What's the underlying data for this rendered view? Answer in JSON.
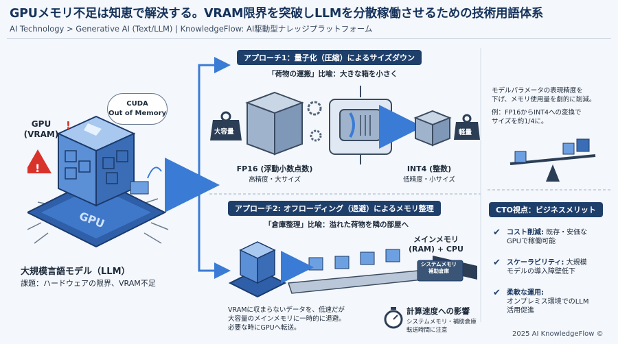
{
  "header": {
    "title": "GPUメモリ不足は知恵で解決する。VRAM限界を突破しLLMを分散稼働させるための技術用語体系",
    "subtitle": "AI Technology > Generative AI (Text/LLM) | KnowledgeFlow: AI駆動型ナレッジプラットフォーム"
  },
  "left": {
    "gpu_label_1": "GPU",
    "gpu_label_2": "(VRAM)",
    "bubble_1": "CUDA",
    "bubble_2": "Out of Memory",
    "chip_text": "GPU",
    "model_title": "大規模言語モデル（LLM）",
    "model_sub": "課題：ハードウェアの限界、VRAM不足"
  },
  "approach1": {
    "banner": "アプローチ1：量子化（圧縮）によるサイズダウン",
    "metaphor": "「荷物の運搬」比喩：大きな箱を小さく",
    "tag_large": "大容量",
    "tag_light": "軽量",
    "fp16_title": "FP16 (浮動小数点数)",
    "fp16_sub": "高精度・大サイズ",
    "int4_title": "INT4 (整数)",
    "int4_sub": "低精度・小サイズ",
    "desc_1": "モデルパラメータの表現精度を",
    "desc_2": "下げ、メモリ使用量を劇的に削減。",
    "desc_3": "例：FP16からINT4への変換で",
    "desc_4": "サイズを約1/4に。"
  },
  "approach2": {
    "banner": "アプローチ2: オフローディング（退避）によるメモリ整理",
    "metaphor": "「倉庫整理」比喩：溢れた荷物を隣の部屋へ",
    "ram_title_1": "メインメモリ",
    "ram_title_2": "(RAM) + CPU",
    "warehouse_1": "システムメモリ",
    "warehouse_2": "補助倉庫",
    "desc_1": "VRAMに収まらないデータを、低速だが",
    "desc_2": "大容量のメインメモリに一時的に退避。",
    "desc_3": "必要な時にGPUへ転送。",
    "speed_title": "計算速度への影響",
    "speed_sub_1": "システムメモリ・補助倉庫",
    "speed_sub_2": "転送時間に注意"
  },
  "cto": {
    "banner": "CTO視点：ビジネスメリット",
    "items": [
      {
        "lead": "コスト削減:",
        "text_1": "既存・安価な",
        "text_2": "GPUで稼働可能"
      },
      {
        "lead": "スケーラビリティ:",
        "text_1": "大規模",
        "text_2": "モデルの導入障壁低下"
      },
      {
        "lead": "柔軟な運用:",
        "text_1": "",
        "text_2": "オンプレミス環境でのLLM",
        "text_3": "活用促進"
      }
    ]
  },
  "footer": {
    "copyright": "2025 AI KnowledgeFlow ©"
  },
  "colors": {
    "navy": "#1f3f6b",
    "accent_blue": "#3a7bd5",
    "warning_red": "#d9322b"
  }
}
